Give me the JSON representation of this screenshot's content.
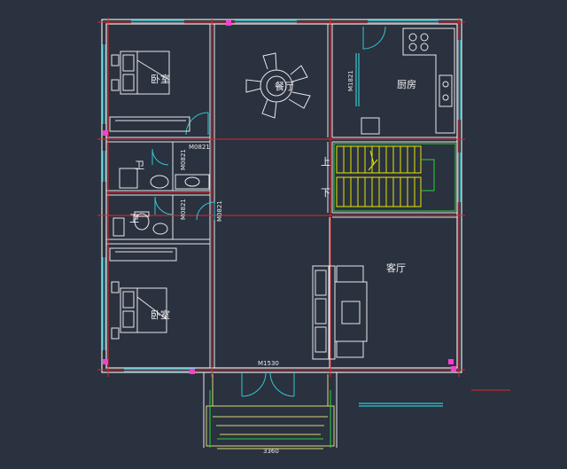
{
  "rooms": {
    "bedroom_top": "卧室",
    "dining": "餐厅",
    "kitchen": "厨房",
    "bath_top": "卫",
    "bath_bottom": "卫",
    "bedroom_bottom": "卧室",
    "living": "客厅"
  },
  "stairs": {
    "up": "上",
    "down": "下"
  },
  "doors": {
    "m0821_a": "M0821",
    "m0821_b": "M0821",
    "m0821_c": "M0821",
    "m0821_d": "M0821",
    "m1821": "M1821",
    "m1530": "M1530"
  },
  "dims": {
    "porch_width": "3360"
  },
  "colors": {
    "background": "#2a313f",
    "wall": "#e8e8e8",
    "axis": "#e0262e",
    "window": "#33c8d2",
    "stair": "#e6e600",
    "stair_frame": "#2bd23b",
    "porch": "#d8d87a",
    "marker": "#ff3bd6"
  }
}
